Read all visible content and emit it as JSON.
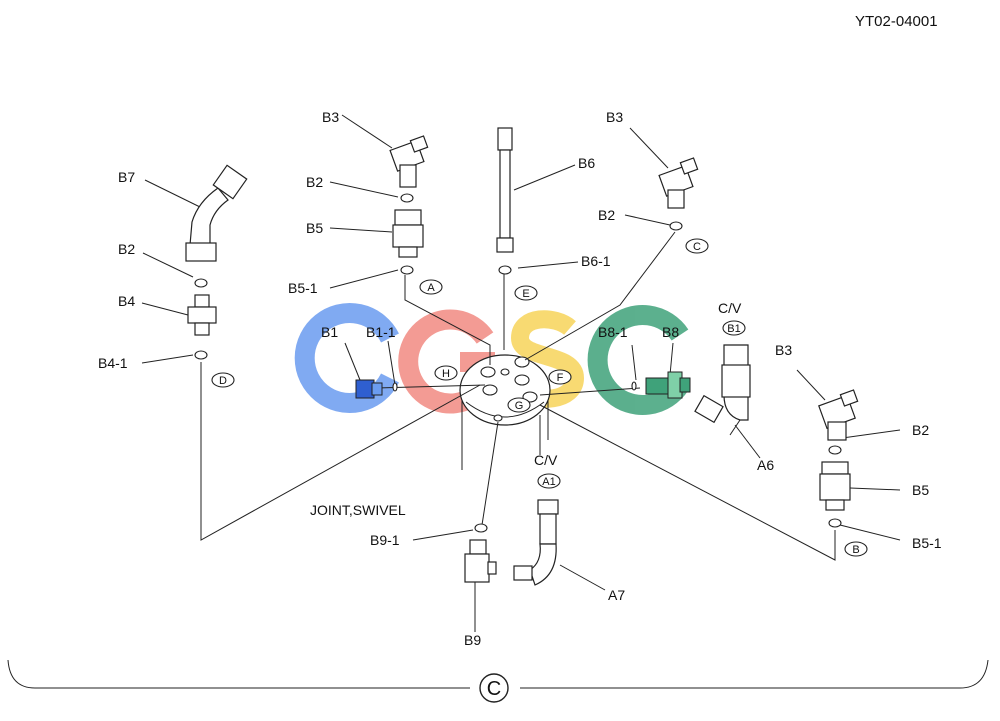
{
  "doc_code": "YT02-04001",
  "main_title": "JOINT,SWIVEL",
  "figure_marker": "C",
  "watermark_text": "CGSC",
  "colors": {
    "blue": "#6b9cf0",
    "red": "#f28a82",
    "yellow": "#f7d45a",
    "green": "#3fa27a",
    "ink": "#222222"
  },
  "labels": {
    "b3_a": "B3",
    "b3_c": "B3",
    "b3_b": "B3",
    "b2_a": "B2",
    "b2_c": "B2",
    "b2_d": "B2",
    "b2_b": "B2",
    "b5_a": "B5",
    "b5_b": "B5",
    "b5_1_a": "B5-1",
    "b5_1_b": "B5-1",
    "b6": "B6",
    "b6_1": "B6-1",
    "b7": "B7",
    "b4": "B4",
    "b4_1": "B4-1",
    "b1": "B1",
    "b1_1": "B1-1",
    "b8": "B8",
    "b8_1": "B8-1",
    "a6": "A6",
    "a7": "A7",
    "b9": "B9",
    "b9_1": "B9-1",
    "cv_top": "C/V",
    "cv_bottom": "C/V"
  },
  "ports": {
    "a": "A",
    "b": "B",
    "c": "C",
    "d": "D",
    "e": "E",
    "f": "F",
    "g": "G",
    "h": "H",
    "b1": "B1",
    "a1": "A1"
  }
}
